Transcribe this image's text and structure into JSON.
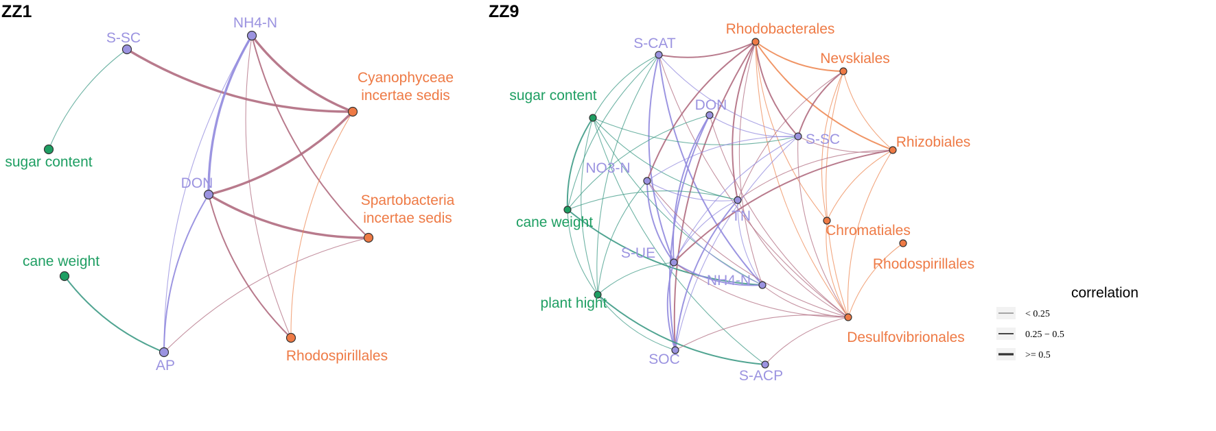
{
  "colors": {
    "env": "#9b93e0",
    "pheno": "#1e9e62",
    "bact": "#ee7a45",
    "edge_env_bact": "#b06c80",
    "edge_env_env": "#9189de",
    "edge_pheno": "#3d9a85",
    "edge_bact": "#ee8a55",
    "node_stroke": "#333333"
  },
  "legend": {
    "title": "correlation",
    "items": [
      {
        "label": "< 0.25",
        "level": 1
      },
      {
        "label": "0.25 − 0.5",
        "level": 2
      },
      {
        "label": ">= 0.5",
        "level": 3
      }
    ]
  },
  "panels": [
    {
      "id": "zz1",
      "title": "ZZ1",
      "nodes": [
        {
          "id": "S-SC",
          "label": "S-SC",
          "group": "env"
        },
        {
          "id": "NH4-N",
          "label": "NH4-N",
          "group": "env"
        },
        {
          "id": "Cyano",
          "label": "Cyanophyceae\nincertae sedis",
          "group": "bact"
        },
        {
          "id": "sugar",
          "label": "sugar content",
          "group": "pheno"
        },
        {
          "id": "DON",
          "label": "DON",
          "group": "env"
        },
        {
          "id": "Sparto",
          "label": "Spartobacteria\nincertae sedis",
          "group": "bact"
        },
        {
          "id": "cane",
          "label": "cane weight",
          "group": "pheno"
        },
        {
          "id": "AP",
          "label": "AP",
          "group": "env"
        },
        {
          "id": "Rhodosp",
          "label": "Rhodospirillales",
          "group": "bact"
        }
      ],
      "edges": [
        {
          "source": "S-SC",
          "target": "sugar",
          "strength": 1
        },
        {
          "source": "S-SC",
          "target": "Cyano",
          "strength": 3
        },
        {
          "source": "NH4-N",
          "target": "Cyano",
          "strength": 3
        },
        {
          "source": "NH4-N",
          "target": "DON",
          "strength": 3
        },
        {
          "source": "NH4-N",
          "target": "Sparto",
          "strength": 2
        },
        {
          "source": "NH4-N",
          "target": "AP",
          "strength": 1
        },
        {
          "source": "NH4-N",
          "target": "Rhodosp",
          "strength": 1
        },
        {
          "source": "DON",
          "target": "Cyano",
          "strength": 3
        },
        {
          "source": "DON",
          "target": "Sparto",
          "strength": 3
        },
        {
          "source": "DON",
          "target": "Rhodosp",
          "strength": 2
        },
        {
          "source": "DON",
          "target": "AP",
          "strength": 2
        },
        {
          "source": "Cyano",
          "target": "Rhodosp",
          "strength": 1
        },
        {
          "source": "Sparto",
          "target": "AP",
          "strength": 1
        },
        {
          "source": "cane",
          "target": "AP",
          "strength": 2
        }
      ]
    },
    {
      "id": "zz9",
      "title": "ZZ9",
      "nodes": [
        {
          "id": "S-CAT",
          "label": "S-CAT",
          "group": "env"
        },
        {
          "id": "Rhodobac",
          "label": "Rhodobacterales",
          "group": "bact"
        },
        {
          "id": "Nevsk",
          "label": "Nevskiales",
          "group": "bact"
        },
        {
          "id": "sugar",
          "label": "sugar content",
          "group": "pheno"
        },
        {
          "id": "DON",
          "label": "DON",
          "group": "env"
        },
        {
          "id": "S-SC",
          "label": "S-SC",
          "group": "env"
        },
        {
          "id": "Rhizo",
          "label": "Rhizobiales",
          "group": "bact"
        },
        {
          "id": "NO3-N",
          "label": "NO3-N",
          "group": "env"
        },
        {
          "id": "TN",
          "label": "TN",
          "group": "env"
        },
        {
          "id": "cane",
          "label": "cane weight",
          "group": "pheno"
        },
        {
          "id": "Chrom",
          "label": "Chromatiales",
          "group": "bact"
        },
        {
          "id": "Rhodosp",
          "label": "Rhodospirillales",
          "group": "bact"
        },
        {
          "id": "S-UE",
          "label": "S-UE",
          "group": "env"
        },
        {
          "id": "NH4-N",
          "label": "NH4-N",
          "group": "env"
        },
        {
          "id": "plant",
          "label": "plant hight",
          "group": "pheno"
        },
        {
          "id": "Desulfo",
          "label": "Desulfovibrionales",
          "group": "bact"
        },
        {
          "id": "SOC",
          "label": "SOC",
          "group": "env"
        },
        {
          "id": "S-ACP",
          "label": "S-ACP",
          "group": "env"
        }
      ],
      "edges": [
        {
          "source": "S-CAT",
          "target": "Rhodobac",
          "strength": 2
        },
        {
          "source": "S-CAT",
          "target": "sugar",
          "strength": 1
        },
        {
          "source": "S-CAT",
          "target": "S-UE",
          "strength": 2
        },
        {
          "source": "S-CAT",
          "target": "NH4-N",
          "strength": 2
        },
        {
          "source": "S-CAT",
          "target": "Desulfo",
          "strength": 1
        },
        {
          "source": "S-CAT",
          "target": "S-SC",
          "strength": 1
        },
        {
          "source": "S-CAT",
          "target": "plant",
          "strength": 1
        },
        {
          "source": "S-CAT",
          "target": "cane",
          "strength": 1
        },
        {
          "source": "Rhodobac",
          "target": "Nevsk",
          "strength": 2
        },
        {
          "source": "Rhodobac",
          "target": "S-SC",
          "strength": 2
        },
        {
          "source": "Rhodobac",
          "target": "Rhizo",
          "strength": 2
        },
        {
          "source": "Rhodobac",
          "target": "TN",
          "strength": 2
        },
        {
          "source": "Rhodobac",
          "target": "NO3-N",
          "strength": 2
        },
        {
          "source": "Rhodobac",
          "target": "SOC",
          "strength": 2
        },
        {
          "source": "Rhodobac",
          "target": "NH4-N",
          "strength": 1
        },
        {
          "source": "Rhodobac",
          "target": "Chrom",
          "strength": 1
        },
        {
          "source": "Rhodobac",
          "target": "Desulfo",
          "strength": 1
        },
        {
          "source": "Nevsk",
          "target": "S-SC",
          "strength": 2
        },
        {
          "source": "Nevsk",
          "target": "Rhizo",
          "strength": 1
        },
        {
          "source": "Nevsk",
          "target": "TN",
          "strength": 1
        },
        {
          "source": "Nevsk",
          "target": "Desulfo",
          "strength": 1
        },
        {
          "source": "Nevsk",
          "target": "Chrom",
          "strength": 1
        },
        {
          "source": "sugar",
          "target": "cane",
          "strength": 2
        },
        {
          "source": "sugar",
          "target": "S-SC",
          "strength": 1
        },
        {
          "source": "sugar",
          "target": "NH4-N",
          "strength": 1
        },
        {
          "source": "sugar",
          "target": "TN",
          "strength": 1
        },
        {
          "source": "sugar",
          "target": "plant",
          "strength": 1
        },
        {
          "source": "sugar",
          "target": "S-ACP",
          "strength": 1
        },
        {
          "source": "DON",
          "target": "S-UE",
          "strength": 2
        },
        {
          "source": "DON",
          "target": "SOC",
          "strength": 2
        },
        {
          "source": "DON",
          "target": "S-SC",
          "strength": 1
        },
        {
          "source": "DON",
          "target": "cane",
          "strength": 1
        },
        {
          "source": "DON",
          "target": "Desulfo",
          "strength": 1
        },
        {
          "source": "S-SC",
          "target": "Rhizo",
          "strength": 1
        },
        {
          "source": "S-SC",
          "target": "S-UE",
          "strength": 1
        },
        {
          "source": "S-SC",
          "target": "NO3-N",
          "strength": 1
        },
        {
          "source": "S-SC",
          "target": "SOC",
          "strength": 1
        },
        {
          "source": "S-SC",
          "target": "Desulfo",
          "strength": 1
        },
        {
          "source": "Rhizo",
          "target": "Desulfo",
          "strength": 1
        },
        {
          "source": "Rhizo",
          "target": "TN",
          "strength": 1
        },
        {
          "source": "Rhizo",
          "target": "S-UE",
          "strength": 2
        },
        {
          "source": "Rhizo",
          "target": "Chrom",
          "strength": 1
        },
        {
          "source": "NO3-N",
          "target": "TN",
          "strength": 1
        },
        {
          "source": "NO3-N",
          "target": "S-UE",
          "strength": 2
        },
        {
          "source": "NO3-N",
          "target": "NH4-N",
          "strength": 1
        },
        {
          "source": "NO3-N",
          "target": "plant",
          "strength": 1
        },
        {
          "source": "NO3-N",
          "target": "Desulfo",
          "strength": 1
        },
        {
          "source": "TN",
          "target": "S-UE",
          "strength": 1
        },
        {
          "source": "TN",
          "target": "NH4-N",
          "strength": 1
        },
        {
          "source": "TN",
          "target": "Desulfo",
          "strength": 1
        },
        {
          "source": "TN",
          "target": "SOC",
          "strength": 2
        },
        {
          "source": "TN",
          "target": "cane",
          "strength": 1
        },
        {
          "source": "cane",
          "target": "plant",
          "strength": 1
        },
        {
          "source": "cane",
          "target": "NH4-N",
          "strength": 2
        },
        {
          "source": "Chrom",
          "target": "Desulfo",
          "strength": 1
        },
        {
          "source": "Rhodosp",
          "target": "Desulfo",
          "strength": 1
        },
        {
          "source": "S-UE",
          "target": "NH4-N",
          "strength": 2
        },
        {
          "source": "S-UE",
          "target": "SOC",
          "strength": 2
        },
        {
          "source": "S-UE",
          "target": "plant",
          "strength": 1
        },
        {
          "source": "S-UE",
          "target": "Desulfo",
          "strength": 1
        },
        {
          "source": "NH4-N",
          "target": "Desulfo",
          "strength": 1
        },
        {
          "source": "plant",
          "target": "S-ACP",
          "strength": 2
        },
        {
          "source": "plant",
          "target": "SOC",
          "strength": 1
        },
        {
          "source": "Desulfo",
          "target": "SOC",
          "strength": 1
        },
        {
          "source": "Desulfo",
          "target": "S-ACP",
          "strength": 1
        }
      ]
    }
  ]
}
